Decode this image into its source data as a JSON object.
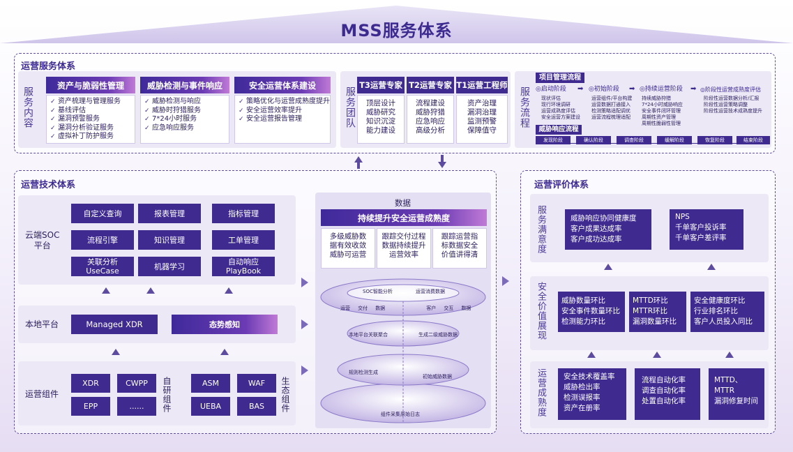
{
  "title": "MSS服务体系",
  "ops_service": {
    "title": "运营服务体系",
    "content_label": "服务内容",
    "content_cols": [
      {
        "header": "资产与脆弱性管理",
        "items": [
          "资产梳理与管理服务",
          "基线评估",
          "漏洞预警服务",
          "漏洞分析验证服务",
          "虚拟补丁防护服务"
        ]
      },
      {
        "header": "威胁检测与事件响应",
        "items": [
          "威胁检测与响应",
          "威胁时狩猎服务",
          "7*24小时服务",
          "应急响应服务"
        ]
      },
      {
        "header": "安全运营体系建设",
        "items": [
          "策略优化与运营成熟度提升",
          "安全运营效率提升",
          "安全运营报告管理"
        ]
      }
    ],
    "team_label": "服务团队",
    "team_cols": [
      {
        "header": "T3运营专家",
        "items": [
          "顶层设计",
          "威胁研究",
          "知识沉淀",
          "能力建设"
        ]
      },
      {
        "header": "T2运营专家",
        "items": [
          "流程建设",
          "威胁狩猎",
          "应急响应",
          "高级分析"
        ]
      },
      {
        "header": "T1运营工程师",
        "items": [
          "资产治理",
          "漏洞治理",
          "监测预警",
          "保障值守"
        ]
      }
    ],
    "process_label": "服务流程",
    "pm_title": "项目管理流程",
    "phases": [
      "启动阶段",
      "初始阶段",
      "持续运营阶段",
      "阶段性运营成熟度评估"
    ],
    "phase_items": [
      [
        "现状评估",
        "现行环境调研",
        "运营成熟度评估",
        "安全运营方案建设"
      ],
      [
        "运营组件/平台构建",
        "运营数据打通接入",
        "检测策略适配调优",
        "运营流程梳理适配"
      ],
      [
        "持续威胁狩猎",
        "7*24小时威胁响应",
        "安全事件闭环管理",
        "周期性资产管理",
        "周期性脆弱性管理"
      ],
      [
        "阶段性运营数据分析/汇报",
        "阶段性运营策略调整",
        "阶段性运营技术成熟度提升"
      ]
    ],
    "ir_title": "威胁响应流程",
    "ir_stages": [
      "发现阶段",
      "确认阶段",
      "调查阶段",
      "缓解阶段",
      "恢复阶段",
      "结束阶段"
    ]
  },
  "tech": {
    "title": "运营技术体系",
    "soc_label": "云端SOC\n平台",
    "soc_buttons": [
      "自定义查询",
      "报表管理",
      "指标管理",
      "流程引擎",
      "知识管理",
      "工单管理",
      "关联分析\nUseCase",
      "机器学习",
      "自动响应\nPlayBook"
    ],
    "local_label": "本地平台",
    "local_items": [
      "Managed XDR",
      "态势感知"
    ],
    "comp_label": "运营组件",
    "self_items": [
      "XDR",
      "CWPP",
      "EPP",
      "......"
    ],
    "self_label": "自研组件",
    "eco_items": [
      "ASM",
      "WAF",
      "UEBA",
      "BAS"
    ],
    "eco_label": "生态组件"
  },
  "data": {
    "title": "数据",
    "banner": "持续提升安全运营成熟度",
    "cols": [
      [
        "多级威胁数",
        "据有效收敛",
        "威胁可运营"
      ],
      [
        "跟踪交付过程",
        "数据持续提升",
        "运营效率"
      ],
      [
        "跟踪运营指",
        "标数据安全",
        "价值讲得清"
      ]
    ],
    "layer1_title": [
      "SOC智能分析",
      "运营消费数据"
    ],
    "layer1_tags": [
      "运营",
      "交付",
      "数据",
      "客户",
      "交互",
      "数据"
    ],
    "layer2": [
      "本地平台关联聚合",
      "生成二级威胁数据"
    ],
    "layer3": [
      "规则检测生成",
      "初始威胁数据"
    ],
    "layer4": "组件采集原始日志"
  },
  "eval": {
    "title": "运营评价体系",
    "sat_label": "服务满意度",
    "sat_boxes": [
      [
        "威胁响应协同健康度",
        "客户成果达成率",
        "客户成功达成率"
      ],
      [
        "NPS",
        "千单客户投诉率",
        "千单客户差评率"
      ]
    ],
    "value_label": "安全价值展现",
    "value_boxes": [
      [
        "威胁数量环比",
        "安全事件数量环比",
        "检测能力环比"
      ],
      [
        "MTTD环比",
        "MTTR环比",
        "漏洞数量环比"
      ],
      [
        "安全健康度环比",
        "行业排名环比",
        "客户人员投入同比"
      ]
    ],
    "maturity_label": "运营成熟度",
    "maturity_boxes": [
      [
        "安全技术覆盖率",
        "威胁检出率",
        "检测误报率",
        "资产在册率"
      ],
      [
        "流程自动化率",
        "调查自动化率",
        "处置自动化率"
      ],
      [
        "MTTD、",
        "MTTR",
        "漏洞修复时间"
      ]
    ]
  }
}
